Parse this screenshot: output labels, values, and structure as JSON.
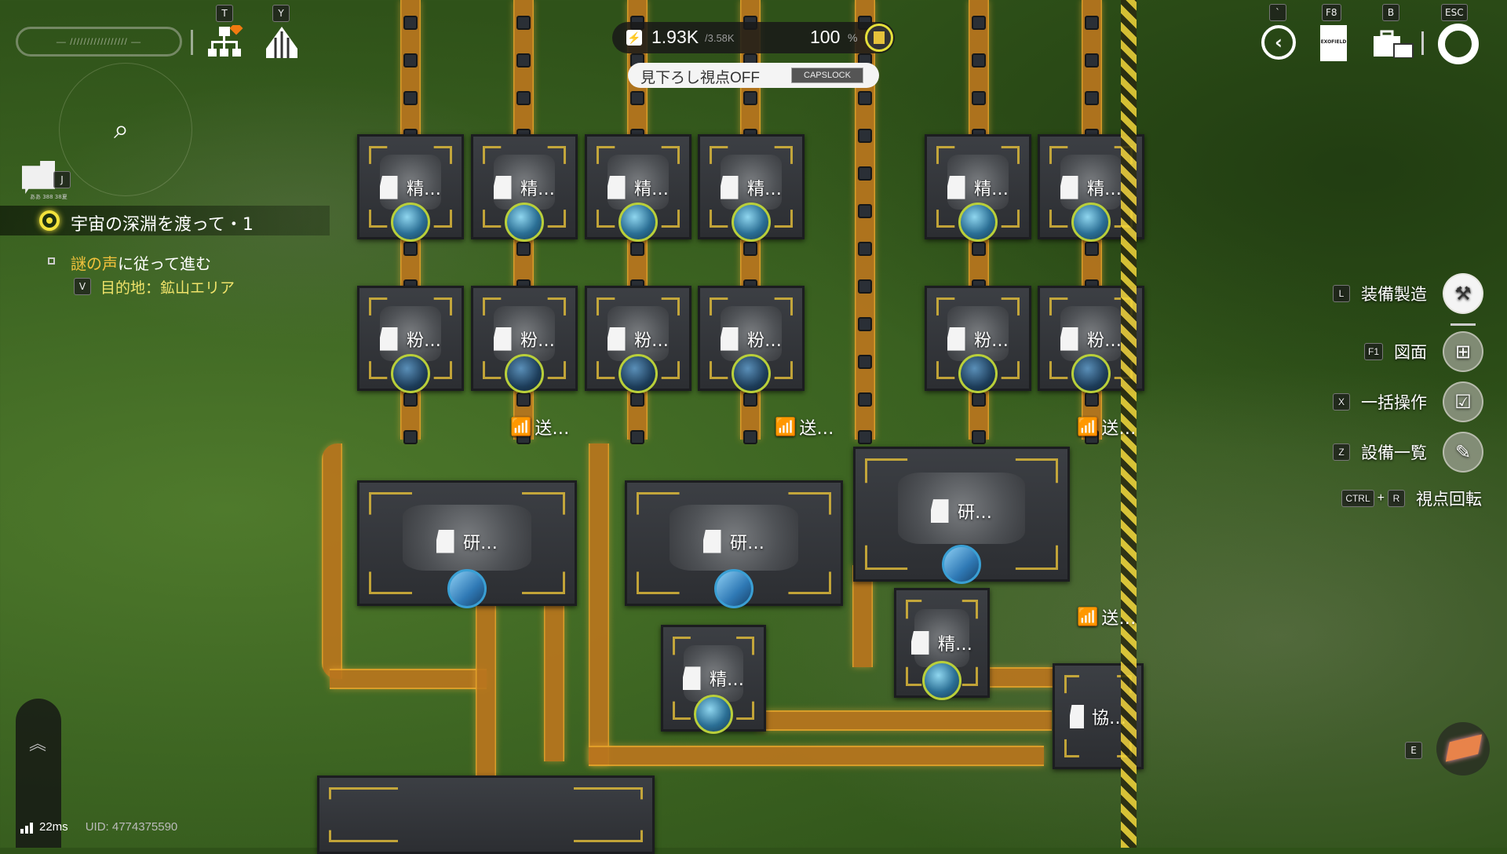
{
  "power": {
    "current": "1.93K",
    "max": "/3.58K",
    "percent": "100",
    "percent_unit": "%"
  },
  "view_toggle": {
    "label": "見下ろし視点OFF",
    "key": "CAPSLOCK"
  },
  "top_left": {
    "key_tree": "T",
    "key_tech": "Y"
  },
  "top_right": {
    "keys": [
      "`",
      "F8",
      "B",
      "ESC"
    ],
    "clipboard_text": "EXOFIELD"
  },
  "quest": {
    "journal_key": "J",
    "journal_sub": "ああ 388 38夏",
    "title": "宇宙の深淵を渡って・1",
    "objective_highlight": "謎の声",
    "objective_rest": "に従って進む",
    "dest_key": "V",
    "destination": "目的地：鉱山エリア"
  },
  "right_menu": [
    {
      "key": "L",
      "label": "装備製造"
    },
    {
      "key": "F1",
      "label": "図面"
    },
    {
      "key": "X",
      "label": "一括操作"
    },
    {
      "key": "Z",
      "label": "設備一覧"
    }
  ],
  "rotate": {
    "key1": "CTRL",
    "plus": "+",
    "key2": "R",
    "label": "視点回転"
  },
  "bottom": {
    "ping": "22ms",
    "uid": "UID: 4774375590",
    "build_key": "E"
  },
  "buildings": {
    "refiner": "精…",
    "grinder": "粉…",
    "research": "研…",
    "relay": "送…",
    "protocol": "協…"
  }
}
